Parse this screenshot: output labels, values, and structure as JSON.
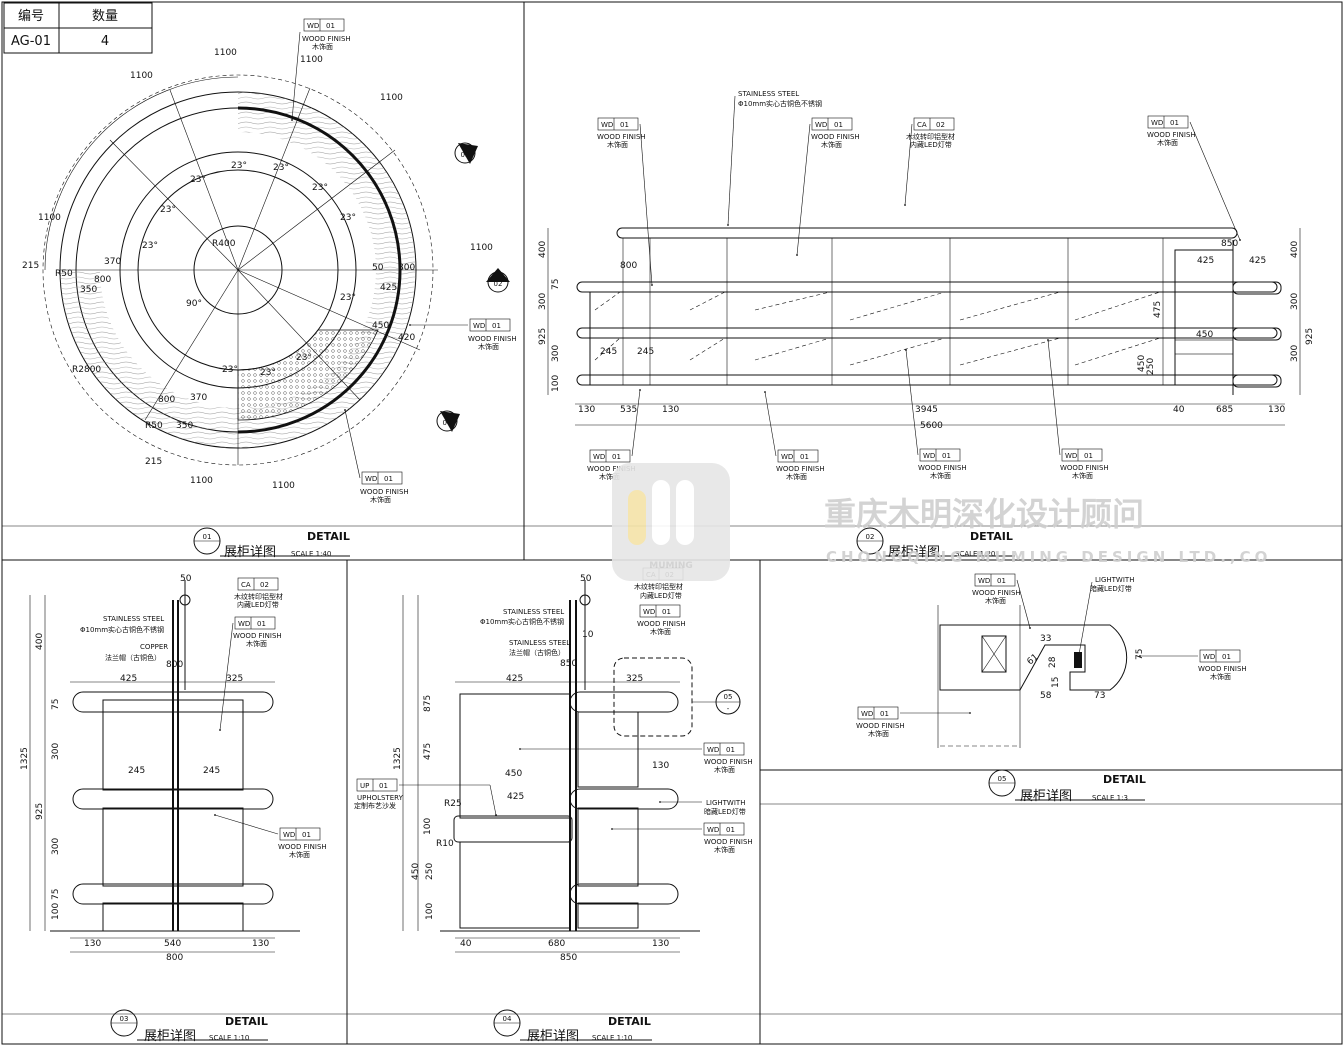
{
  "table": {
    "header": [
      "编号",
      "数量"
    ],
    "row": [
      "AG-01",
      "4"
    ]
  },
  "titles": {
    "t01": {
      "num": "01",
      "detail": "DETAIL",
      "cn": "展柜详图",
      "scale": "SCALE 1:40"
    },
    "t02": {
      "num": "02",
      "detail": "DETAIL",
      "cn": "展柜详图",
      "scale": "SCALE 1:20"
    },
    "t03": {
      "num": "03",
      "detail": "DETAIL",
      "cn": "展柜详图",
      "scale": "SCALE 1:10"
    },
    "t04": {
      "num": "04",
      "detail": "DETAIL",
      "cn": "展柜详图",
      "scale": "SCALE 1:10"
    },
    "t05": {
      "num": "05",
      "detail": "DETAIL",
      "cn": "展柜详图",
      "scale": "SCALE 1:3"
    }
  },
  "tags": {
    "wd": {
      "code": "WD",
      "num": "01",
      "en": "WOOD FINISH",
      "cn": "木饰面"
    },
    "ca": {
      "code": "CA",
      "num": "02",
      "cn1": "木纹转印铝型材",
      "cn2": "内藏LED灯带"
    },
    "up": {
      "code": "UP",
      "num": "01",
      "en": "UPHOLSTERY",
      "cn": "定制布艺沙发"
    }
  },
  "labels": {
    "steel_en": "STAINLESS STEEL",
    "steel_cn": "Φ10mm实心古铜色不锈钢",
    "flange_en": "STAINLESS STEEL",
    "flange_cn": "法兰帽（古铜色）",
    "copper_en": "COPPER",
    "copper_cn": "法兰帽（古铜色）",
    "light_en": "LIGHTWITH",
    "light_cn": "暗藏LED灯带"
  },
  "dims": {
    "plan": {
      "d1100": "1100",
      "d215": "215",
      "d800": "800",
      "d350": "350",
      "d370": "370",
      "d425": "425",
      "d450": "450",
      "d420": "420",
      "d50": "50",
      "a23": "23°",
      "r400": "R400",
      "r2800": "R2800",
      "r50": "R50",
      "a90": "90°"
    },
    "elev": {
      "d400": "400",
      "d300": "300",
      "d925": "925",
      "d75": "75",
      "d100": "100",
      "d130": "130",
      "d535": "535",
      "d3945": "3945",
      "d5600": "5600",
      "d685": "685",
      "d40": "40",
      "d245": "245",
      "d250": "250",
      "d450": "450",
      "d800": "800",
      "d850": "850",
      "d425": "425",
      "d475": "475"
    },
    "sec3": {
      "d50": "50",
      "d800": "800",
      "d425": "425",
      "d325": "325",
      "d245": "245",
      "d130": "130",
      "d540": "540",
      "d800b": "800",
      "d1325": "1325",
      "d400": "400",
      "d925": "925",
      "d300": "300",
      "d75": "75",
      "d100": "100"
    },
    "sec4": {
      "d50": "50",
      "d10": "10",
      "d850": "850",
      "d425": "425",
      "d325": "325",
      "d450": "450",
      "d130": "130",
      "d680": "680",
      "d40": "40",
      "d875": "875",
      "d475": "475",
      "d1325": "1325",
      "d250": "250",
      "d100": "100",
      "r25": "R25",
      "r10": "R10"
    },
    "det5": {
      "d33": "33",
      "d28": "28",
      "d15": "15",
      "d58": "58",
      "d73": "73",
      "d75": "75",
      "d61": "61"
    }
  },
  "markers": {
    "m02": "02",
    "m03": "03",
    "m04": "04",
    "m05": "05",
    "dash": "-"
  },
  "watermark": {
    "cn": "重庆木明深化设计顾问",
    "en": "CHONGQING MUMING DESIGN LTD.,CO",
    "logo": "MUMING"
  }
}
